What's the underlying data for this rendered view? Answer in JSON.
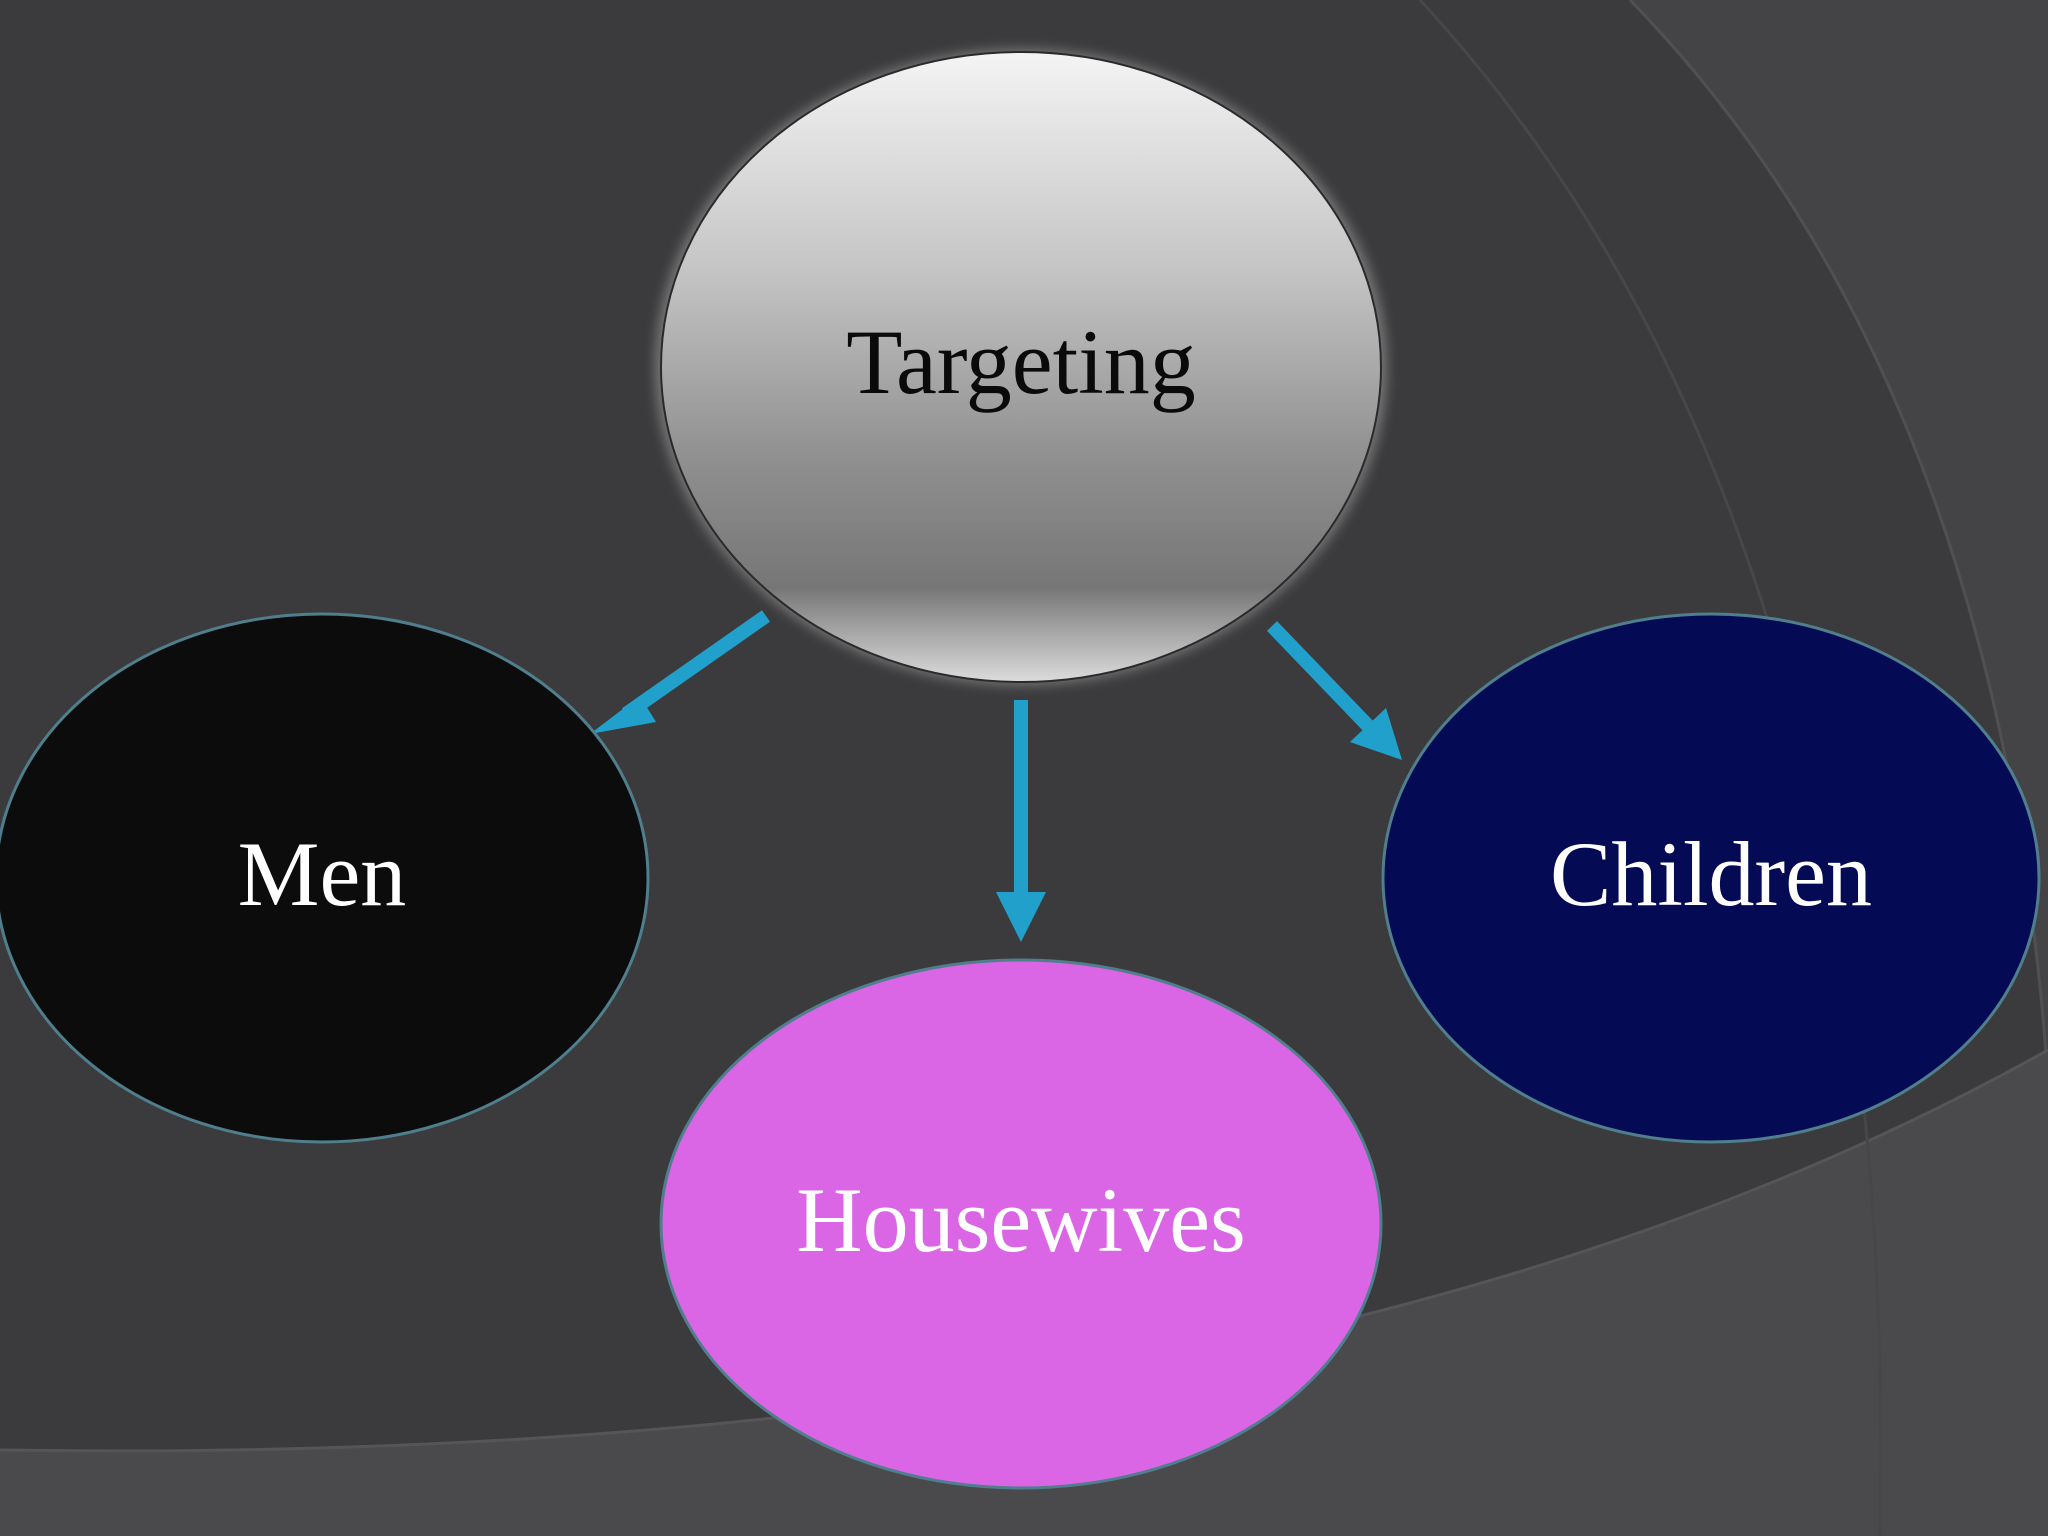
{
  "diagram": {
    "colors": {
      "background": "#3b3b3d",
      "arrow": "#22a0cc",
      "node_outline": "#4f7f8c"
    },
    "root": {
      "label": "Targeting",
      "text_color": "#0a0a0a"
    },
    "children": [
      {
        "label": "Men",
        "fill": "#0c0c0d",
        "text_color": "#ffffff"
      },
      {
        "label": "Housewives",
        "fill": "#da66e5",
        "text_color": "#ffffff"
      },
      {
        "label": "Children",
        "fill": "#050a55",
        "text_color": "#ffffff"
      }
    ]
  }
}
